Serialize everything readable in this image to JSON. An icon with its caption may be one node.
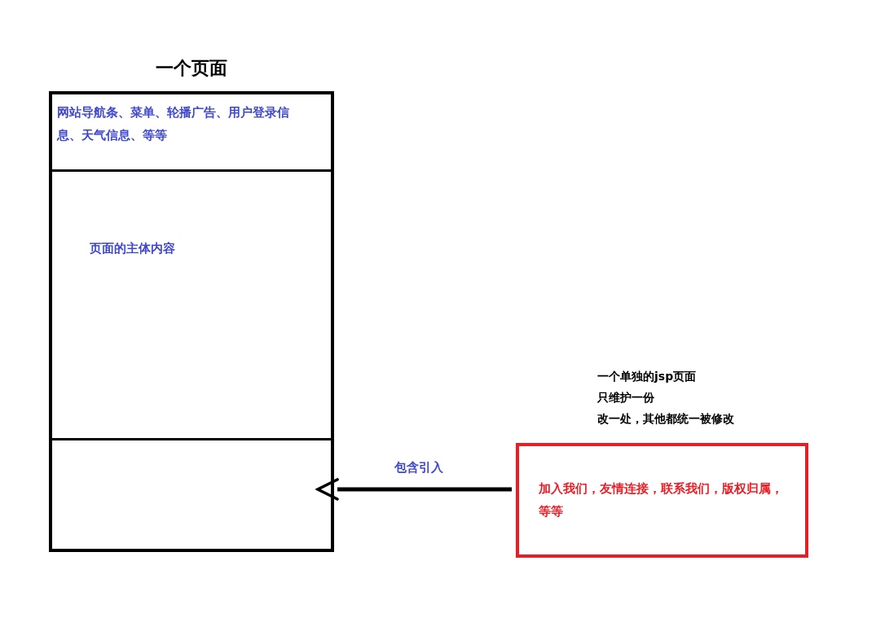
{
  "diagram": {
    "nodes": [
      {
        "text": [
          "一个页面"
        ]
      },
      {
        "text": [
          "网站导航条、菜单、轮播广告、用户登录信息、天气信息、等等"
        ],
        "in": 0
      },
      {
        "text": [
          "页面的主体内容"
        ],
        "in": 0
      },
      {
        "text": [],
        "shape": "box",
        "in": 0
      },
      {
        "text": [
          "加入我们，友情连接，联系我们，版权归属，等等"
        ],
        "beside": [
          "一个单独的jsp页面",
          "只维护一份",
          "改一处，其他都统一被修改"
        ]
      }
    ],
    "edges": [
      {
        "from": 4,
        "to": 3,
        "arrow": "to",
        "label": "包含引入"
      }
    ]
  }
}
